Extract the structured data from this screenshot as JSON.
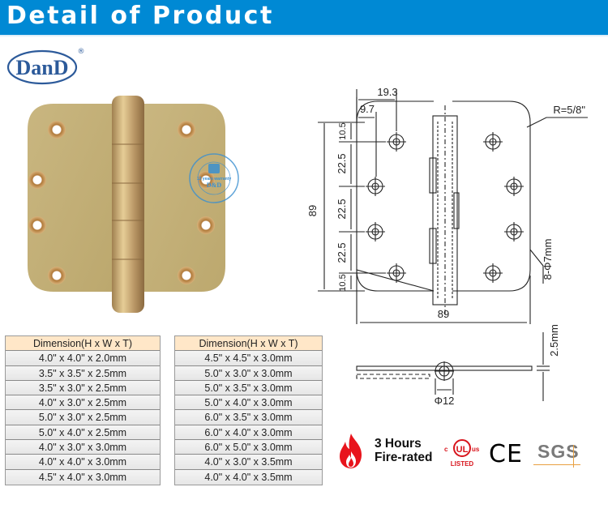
{
  "header": {
    "title": "Detail of Product",
    "banner_color": "#0089d4"
  },
  "logo": {
    "text": "DanD",
    "registered": "®",
    "color": "#2c5a9a"
  },
  "watermark": {
    "arc_top": "D&D Hardware Industrial Co.,Ltd",
    "warranty": "12 years warranty",
    "brand": "D&D",
    "sub": "HARDWARE",
    "arc_bottom": "Global Manufacturer"
  },
  "drawing": {
    "dim_top_outer": "19.3",
    "dim_top_inner": "9.7",
    "radius": "R=5/8\"",
    "dim_left": [
      "10.5",
      "22.5",
      "22.5",
      "22.5",
      "10.5"
    ],
    "height": "89",
    "width": "89",
    "holes": "8-Φ7mm",
    "thickness": "2.5mm",
    "knuckle_diameter": "Φ12"
  },
  "tables": {
    "left": {
      "header": "Dimension(H x W x T)",
      "rows": [
        "4.0\" x 4.0\" x 2.0mm",
        "3.5\" x 3.5\" x 2.5mm",
        "3.5\" x 3.0\" x 2.5mm",
        "4.0\" x 3.0\" x 2.5mm",
        "5.0\" x 3.0\" x 2.5mm",
        "5.0\" x 4.0\" x 2.5mm",
        "4.0\" x 3.0\" x 3.0mm",
        "4.0\" x 4.0\" x 3.0mm",
        "4.5\" x 4.0\" x 3.0mm"
      ]
    },
    "right": {
      "header": "Dimension(H x W x T)",
      "rows": [
        "4.5\" x 4.5\" x 3.0mm",
        "5.0\" x 3.0\" x 3.0mm",
        "5.0\" x 3.5\" x 3.0mm",
        "5.0\" x 4.0\" x 3.0mm",
        "6.0\" x 3.5\" x 3.0mm",
        "6.0\" x 4.0\" x 3.0mm",
        "6.0\" x 5.0\" x 3.0mm",
        "4.0\" x 3.0\" x 3.5mm",
        "4.0\" x 4.0\" x 3.5mm"
      ]
    }
  },
  "certifications": {
    "fire_line1": "3 Hours",
    "fire_line2": "Fire-rated",
    "ul_c": "c",
    "ul_mark": "UL",
    "ul_us": "us",
    "ul_listed": "LISTED",
    "ce": "CE",
    "sgs": "SGS",
    "fire_color": "#e8141c",
    "ul_color": "#d8141c"
  }
}
